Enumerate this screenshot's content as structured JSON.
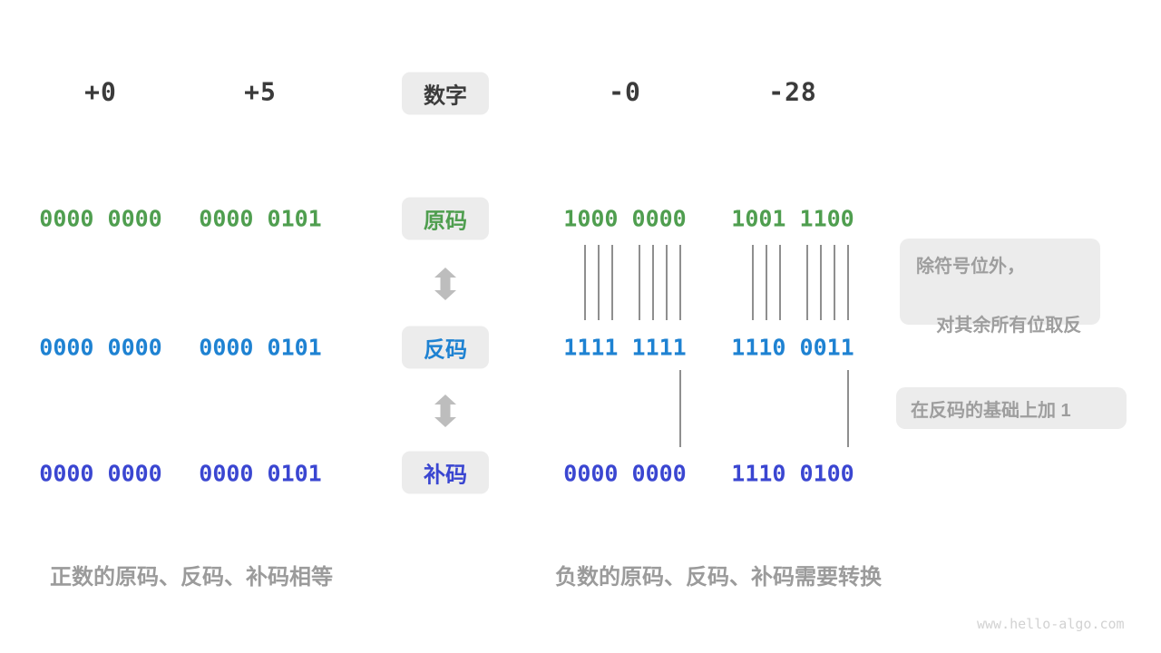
{
  "palette": {
    "sign_magnitude_green": "#4f9e4f",
    "ones_complement_blue": "#1e82d2",
    "twos_complement_indigo": "#3a46d1",
    "dark_text": "#3b3b3b",
    "muted_text": "#9b9b9b",
    "box_background": "#ececec",
    "arrow_gray": "#bdbdbd",
    "line_gray": "#8f8f8f",
    "watermark_gray": "#d2d2d2"
  },
  "header": {
    "label": "数字",
    "numbers": [
      "+0",
      "+5",
      "-0",
      "-28"
    ]
  },
  "rows": [
    {
      "id": "sign-magnitude",
      "label": "原码",
      "values": [
        "0000 0000",
        "0000 0101",
        "1000 0000",
        "1001 1100"
      ]
    },
    {
      "id": "ones-complement",
      "label": "反码",
      "values": [
        "0000 0000",
        "0000 0101",
        "1111 1111",
        "1110 0011"
      ]
    },
    {
      "id": "twos-complement",
      "label": "补码",
      "values": [
        "0000 0000",
        "0000 0101",
        "0000 0000",
        "1110 0100"
      ]
    }
  ],
  "annotations": {
    "invert_note_line1": "除符号位外，",
    "invert_note_line2": "对其余所有位取反",
    "add_one_note": "在反码的基础上加 1"
  },
  "captions": {
    "positive": "正数的原码、反码、补码相等",
    "negative": "负数的原码、反码、补码需要转换"
  },
  "watermark": "www.hello-algo.com"
}
